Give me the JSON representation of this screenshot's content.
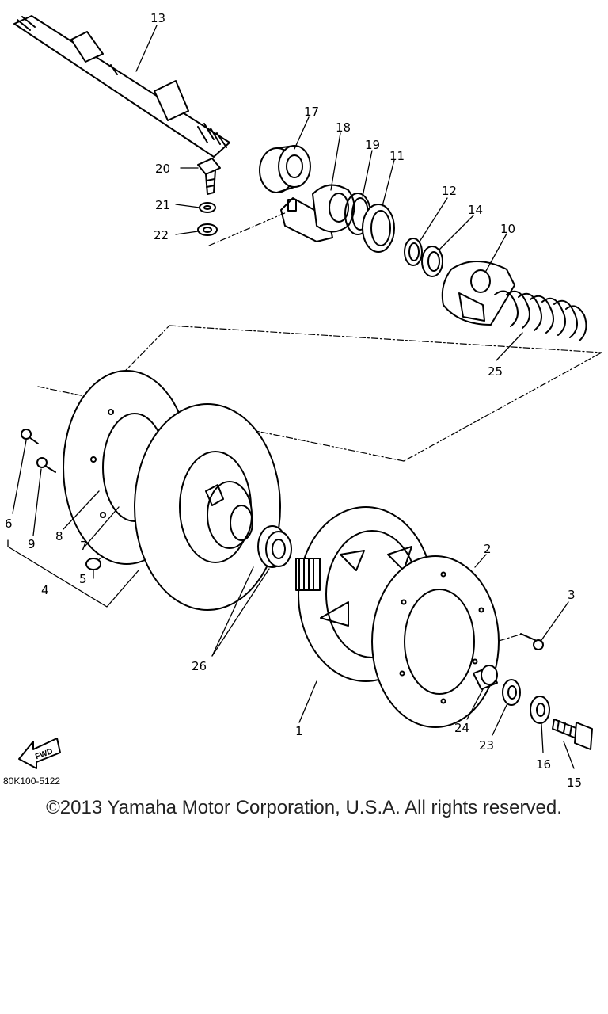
{
  "diagram_code": "80K100-5122",
  "fwd_label": "FWD",
  "copyright": "©2013 Yamaha Motor Corporation, U.S.A. All rights reserved.",
  "callouts": [
    "13",
    "17",
    "18",
    "19",
    "11",
    "12",
    "14",
    "10",
    "25",
    "20",
    "21",
    "22",
    "6",
    "9",
    "8",
    "7",
    "4",
    "5",
    "26",
    "1",
    "2",
    "3",
    "24",
    "23",
    "16",
    "15"
  ]
}
